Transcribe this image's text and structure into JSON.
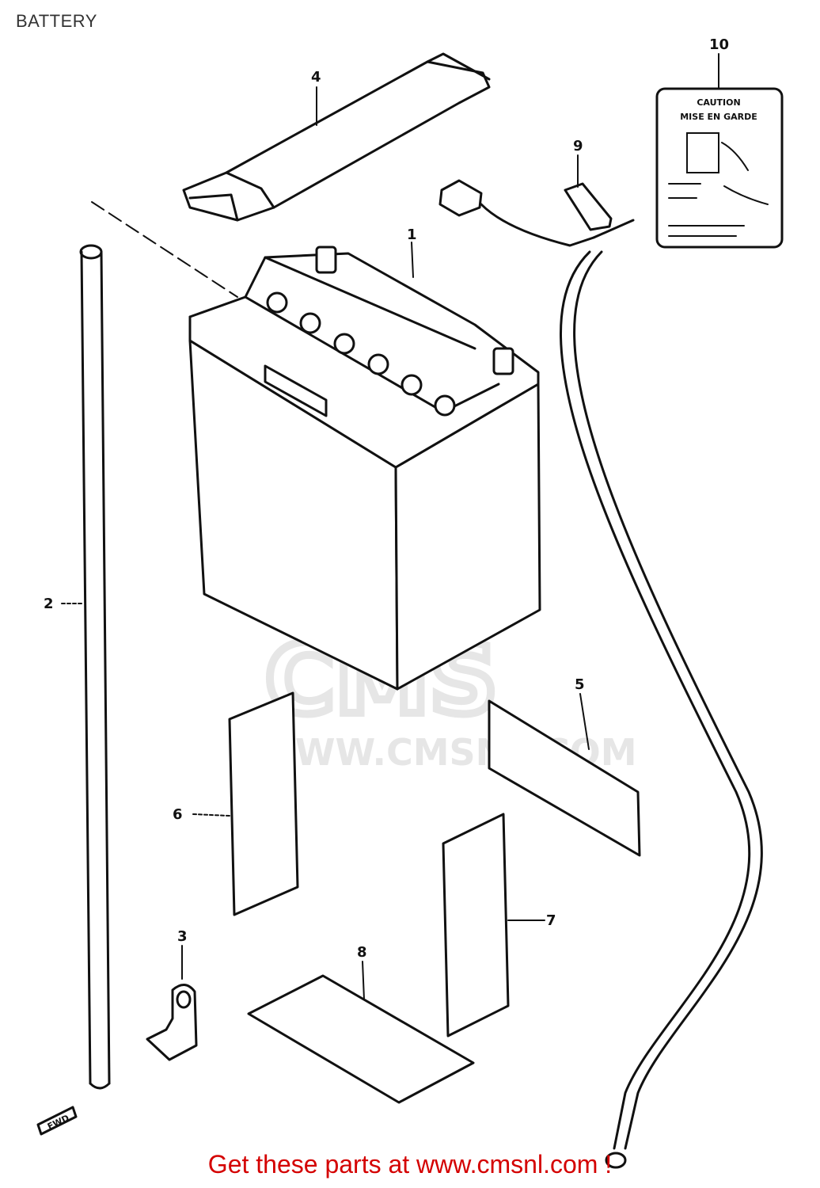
{
  "title": "BATTERY",
  "watermark": {
    "logo_text": "CMS",
    "url_text": "WWW.CMSNL.COM"
  },
  "footer": {
    "link_text": "Get these parts at www.cmsnl.com !",
    "link_color": "#d40000"
  },
  "label_sticker": {
    "line1": "CAUTION",
    "line2": "MISE EN GARDE"
  },
  "parts": [
    {
      "number": "1",
      "name": "battery"
    },
    {
      "number": "2",
      "name": "breather-tube"
    },
    {
      "number": "3",
      "name": "clamp"
    },
    {
      "number": "4",
      "name": "battery-band"
    },
    {
      "number": "5",
      "name": "cushion"
    },
    {
      "number": "6",
      "name": "cushion"
    },
    {
      "number": "7",
      "name": "cushion"
    },
    {
      "number": "8",
      "name": "cushion"
    },
    {
      "number": "9",
      "name": "cable-clamp"
    },
    {
      "number": "10",
      "name": "caution-label"
    }
  ],
  "front_mark": "FWD"
}
